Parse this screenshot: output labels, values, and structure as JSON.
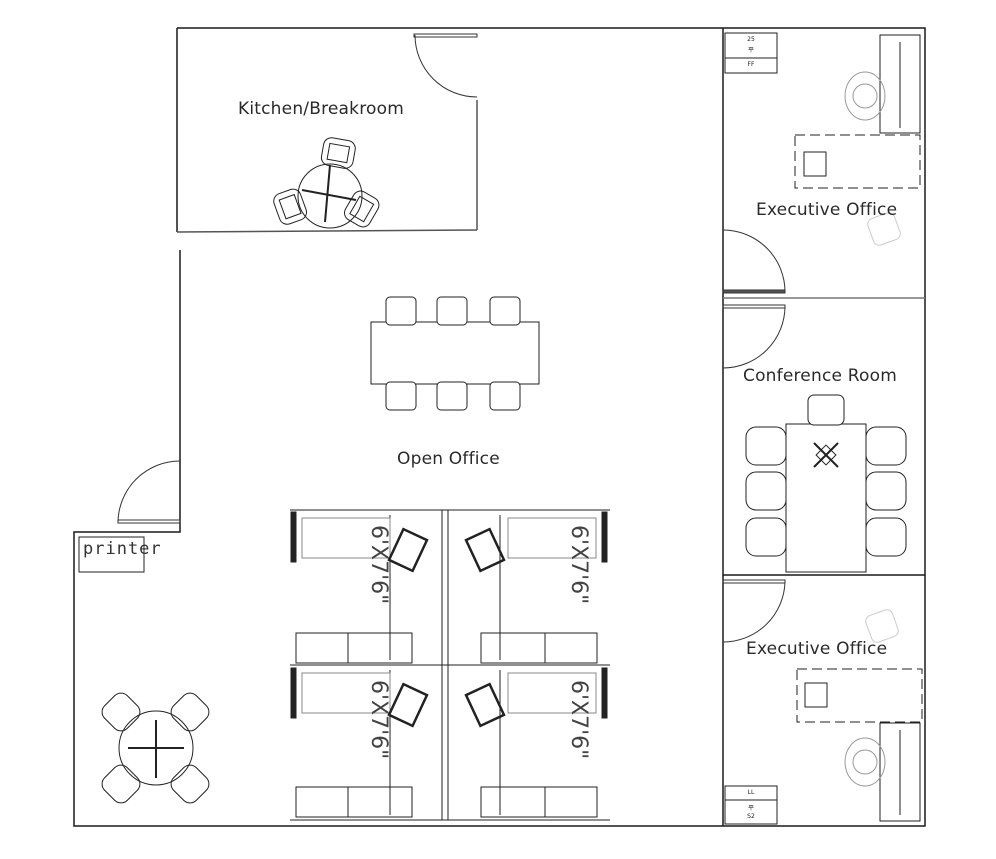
{
  "rooms": {
    "kitchen": {
      "label": "Kitchen/Breakroom"
    },
    "open_office": {
      "label": "Open Office"
    },
    "exec_office_top": {
      "label": "Executive Office",
      "closet_tags": [
        "25",
        "平",
        "FF"
      ]
    },
    "conference": {
      "label": "Conference Room"
    },
    "exec_office_bottom": {
      "label": "Executive Office",
      "closet_tags": [
        "LL",
        "平",
        "S2"
      ]
    },
    "printer": {
      "label": "printer"
    }
  },
  "workstations": {
    "dimension_label": "6'X7'6\"",
    "cluster_count": 4
  },
  "colors": {
    "wall": "#1a1a1a",
    "furniture": "#222222",
    "faint_furniture": "#b8b8b8",
    "background": "#ffffff"
  }
}
